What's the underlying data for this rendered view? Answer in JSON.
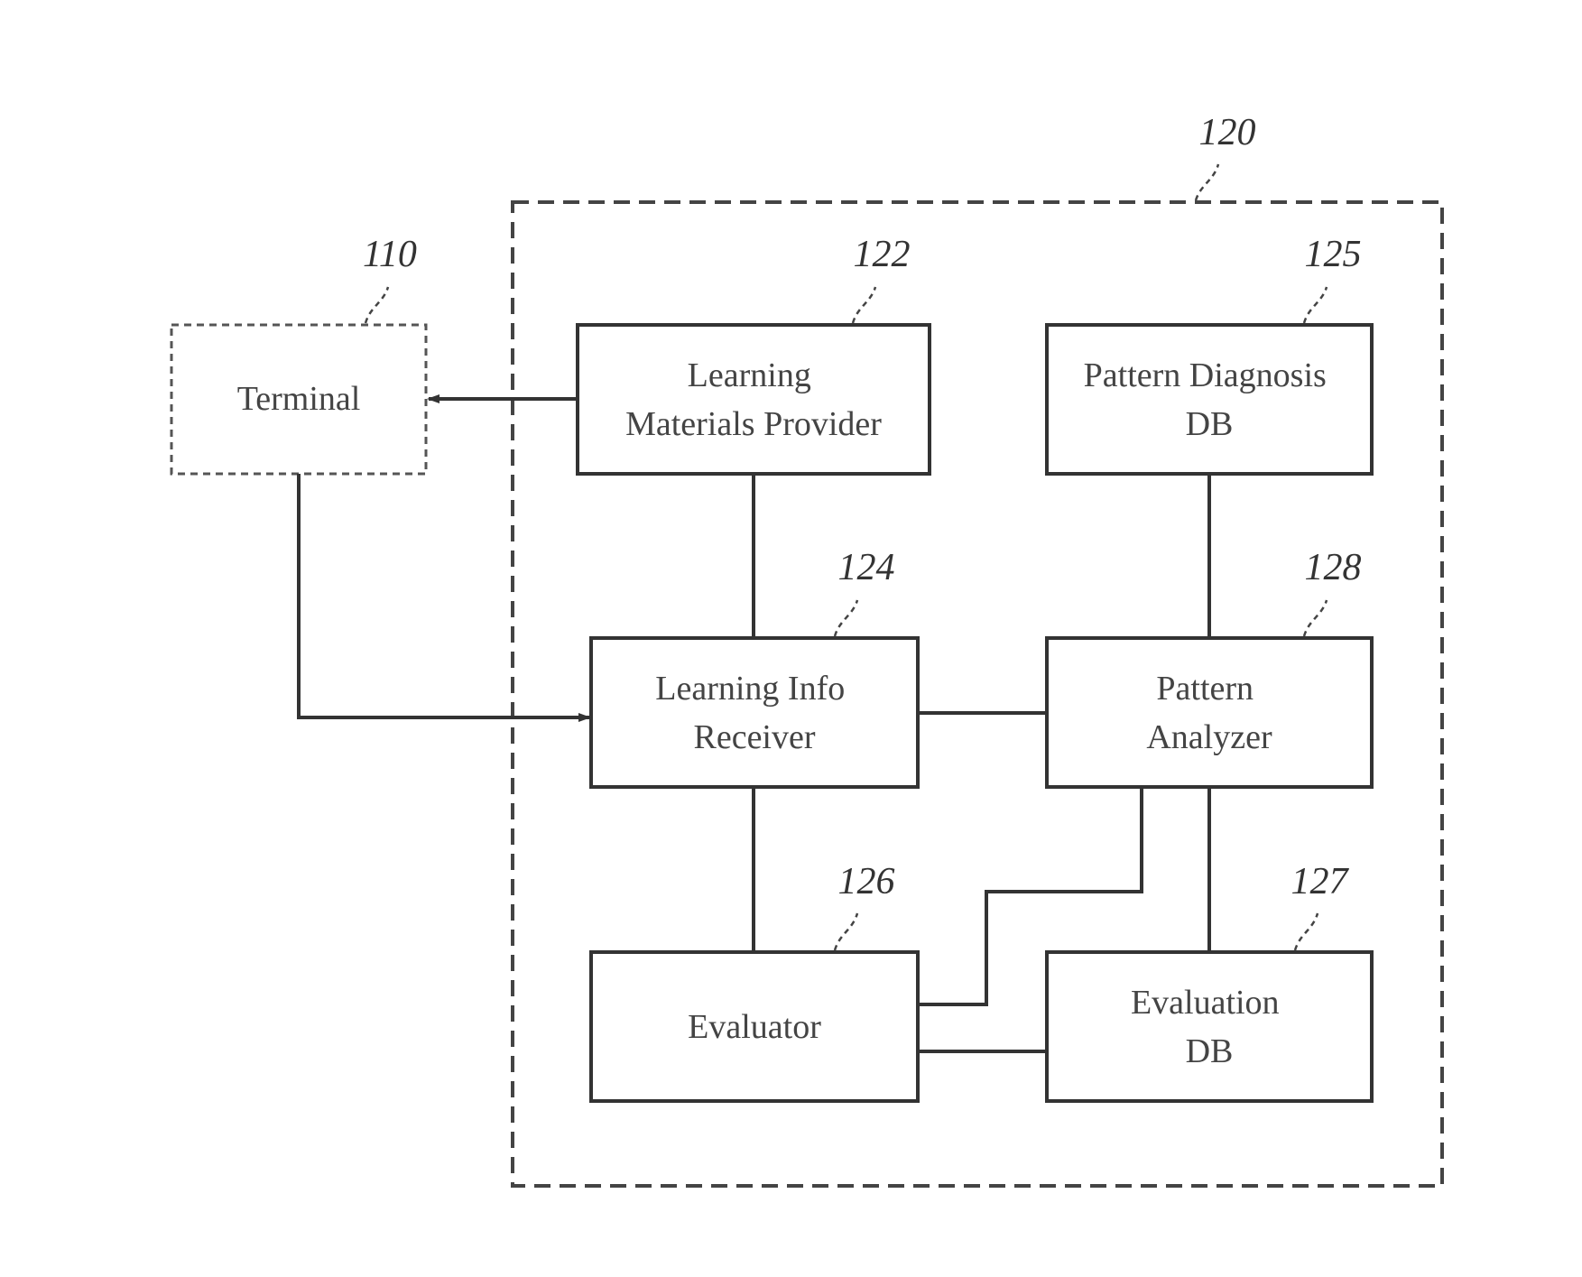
{
  "diagram": {
    "system": {
      "ref": "120"
    },
    "terminal": {
      "ref": "110",
      "label": [
        "Terminal"
      ]
    },
    "materials_provider": {
      "ref": "122",
      "label": [
        "Learning",
        "Materials Provider"
      ]
    },
    "pattern_db": {
      "ref": "125",
      "label": [
        "Pattern Diagnosis",
        "DB"
      ]
    },
    "info_receiver": {
      "ref": "124",
      "label": [
        "Learning Info",
        "Receiver"
      ]
    },
    "pattern_analyzer": {
      "ref": "128",
      "label": [
        "Pattern",
        "Analyzer"
      ]
    },
    "evaluator": {
      "ref": "126",
      "label": [
        "Evaluator"
      ]
    },
    "evaluation_db": {
      "ref": "127",
      "label": [
        "Evaluation",
        "DB"
      ]
    }
  }
}
